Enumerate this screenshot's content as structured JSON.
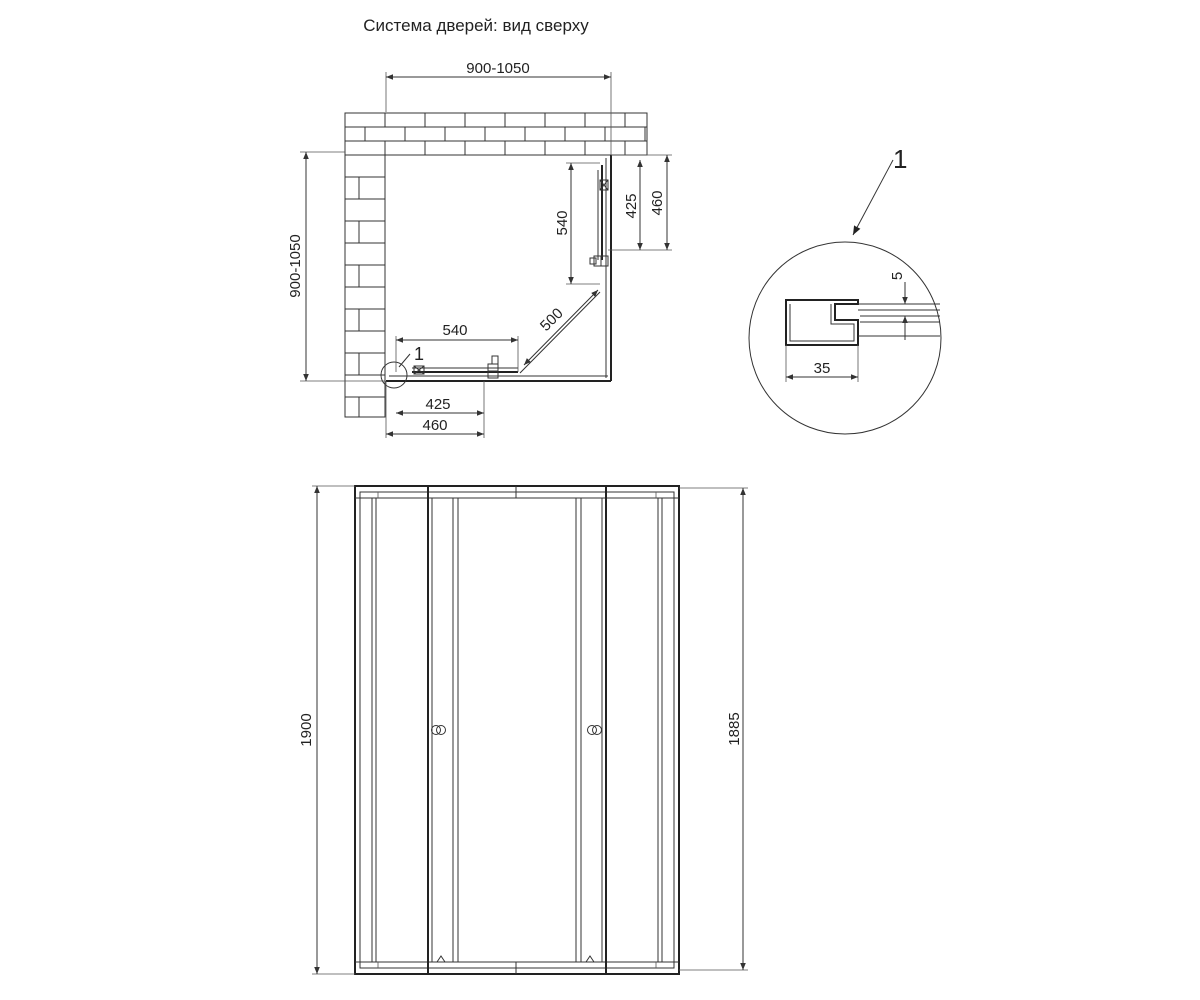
{
  "title": "Система дверей: вид сверху",
  "plan": {
    "top_width": "900-1050",
    "left_height": "900-1050",
    "bottom_540": "540",
    "bottom_425": "425",
    "bottom_460": "460",
    "right_540": "540",
    "right_425": "425",
    "right_460": "460",
    "diagonal_500": "500",
    "callout_small": "1"
  },
  "detail": {
    "callout": "1",
    "dim_5": "5",
    "dim_35": "35"
  },
  "elevation": {
    "height_left": "1900",
    "height_right": "1885"
  },
  "colors": {
    "line": "#333333",
    "background": "#ffffff"
  }
}
